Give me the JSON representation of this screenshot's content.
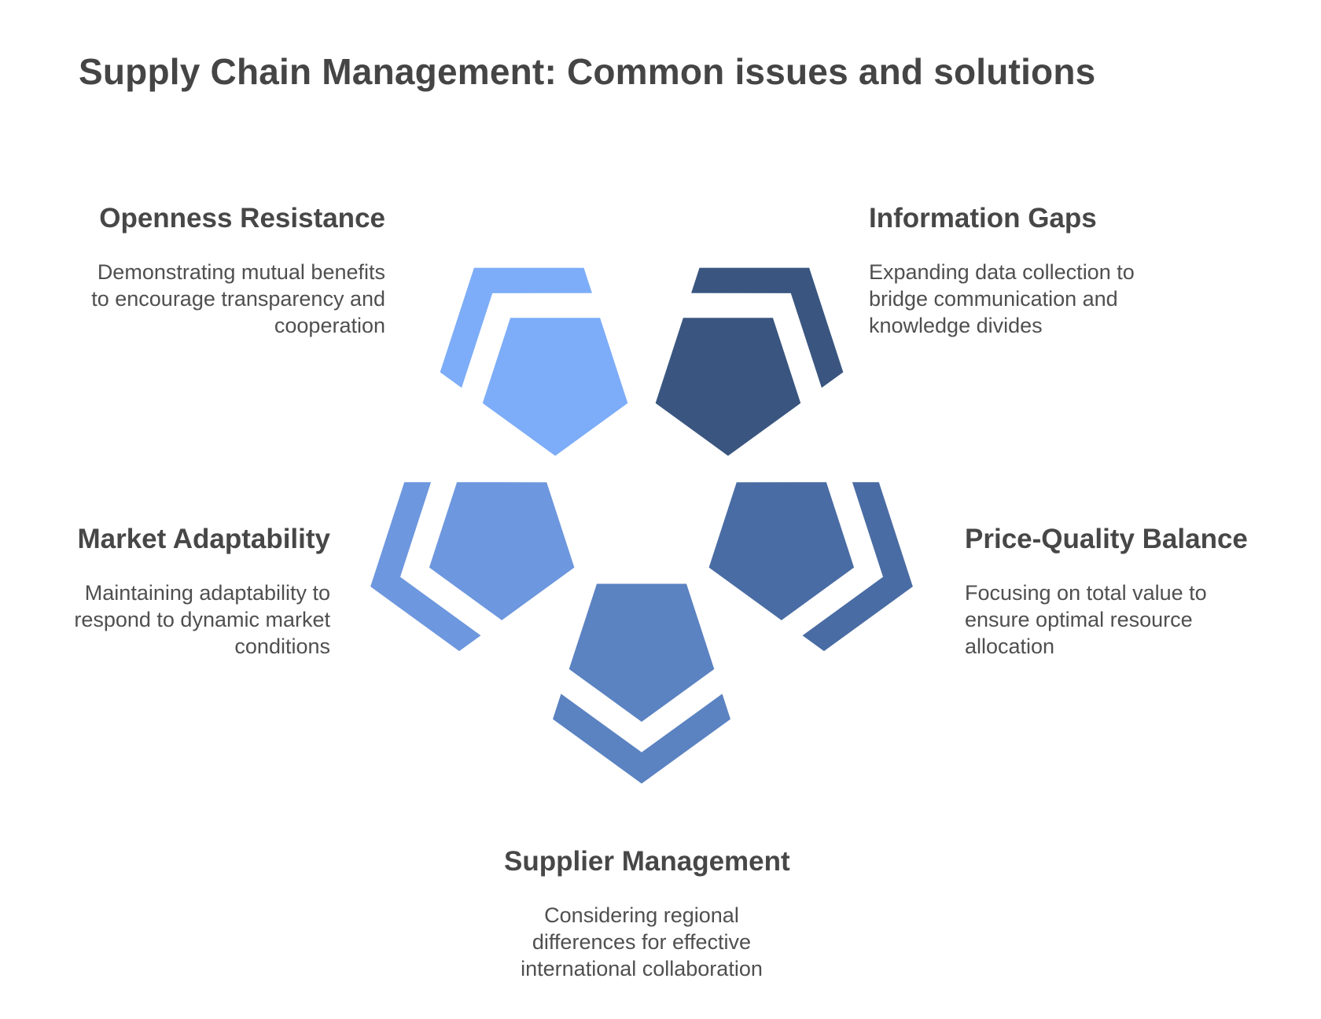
{
  "title": "Supply Chain Management: Common issues and solutions",
  "sections": [
    {
      "id": "openness-resistance",
      "label": "Openness Resistance",
      "description": "Demonstrating mutual benefits to encourage transparency and cooperation",
      "color": "#7DADF8"
    },
    {
      "id": "information-gaps",
      "label": "Information Gaps",
      "description": "Expanding data collection to bridge communication and knowledge divides",
      "color": "#3A5680"
    },
    {
      "id": "market-adaptability",
      "label": "Market Adaptability",
      "description": "Maintaining adaptability to respond to dynamic market conditions",
      "color": "#6D97DE"
    },
    {
      "id": "price-quality-balance",
      "label": "Price-Quality Balance",
      "description": "Focusing on total value to ensure optimal resource allocation",
      "color": "#4A6CA4"
    },
    {
      "id": "supplier-management",
      "label": "Supplier Management",
      "description": "Considering regional differences for effective international collaboration",
      "color": "#5B82C1"
    }
  ],
  "text_colors": {
    "title": "#454545",
    "heading": "#474747",
    "body": "#4f4f4f"
  }
}
